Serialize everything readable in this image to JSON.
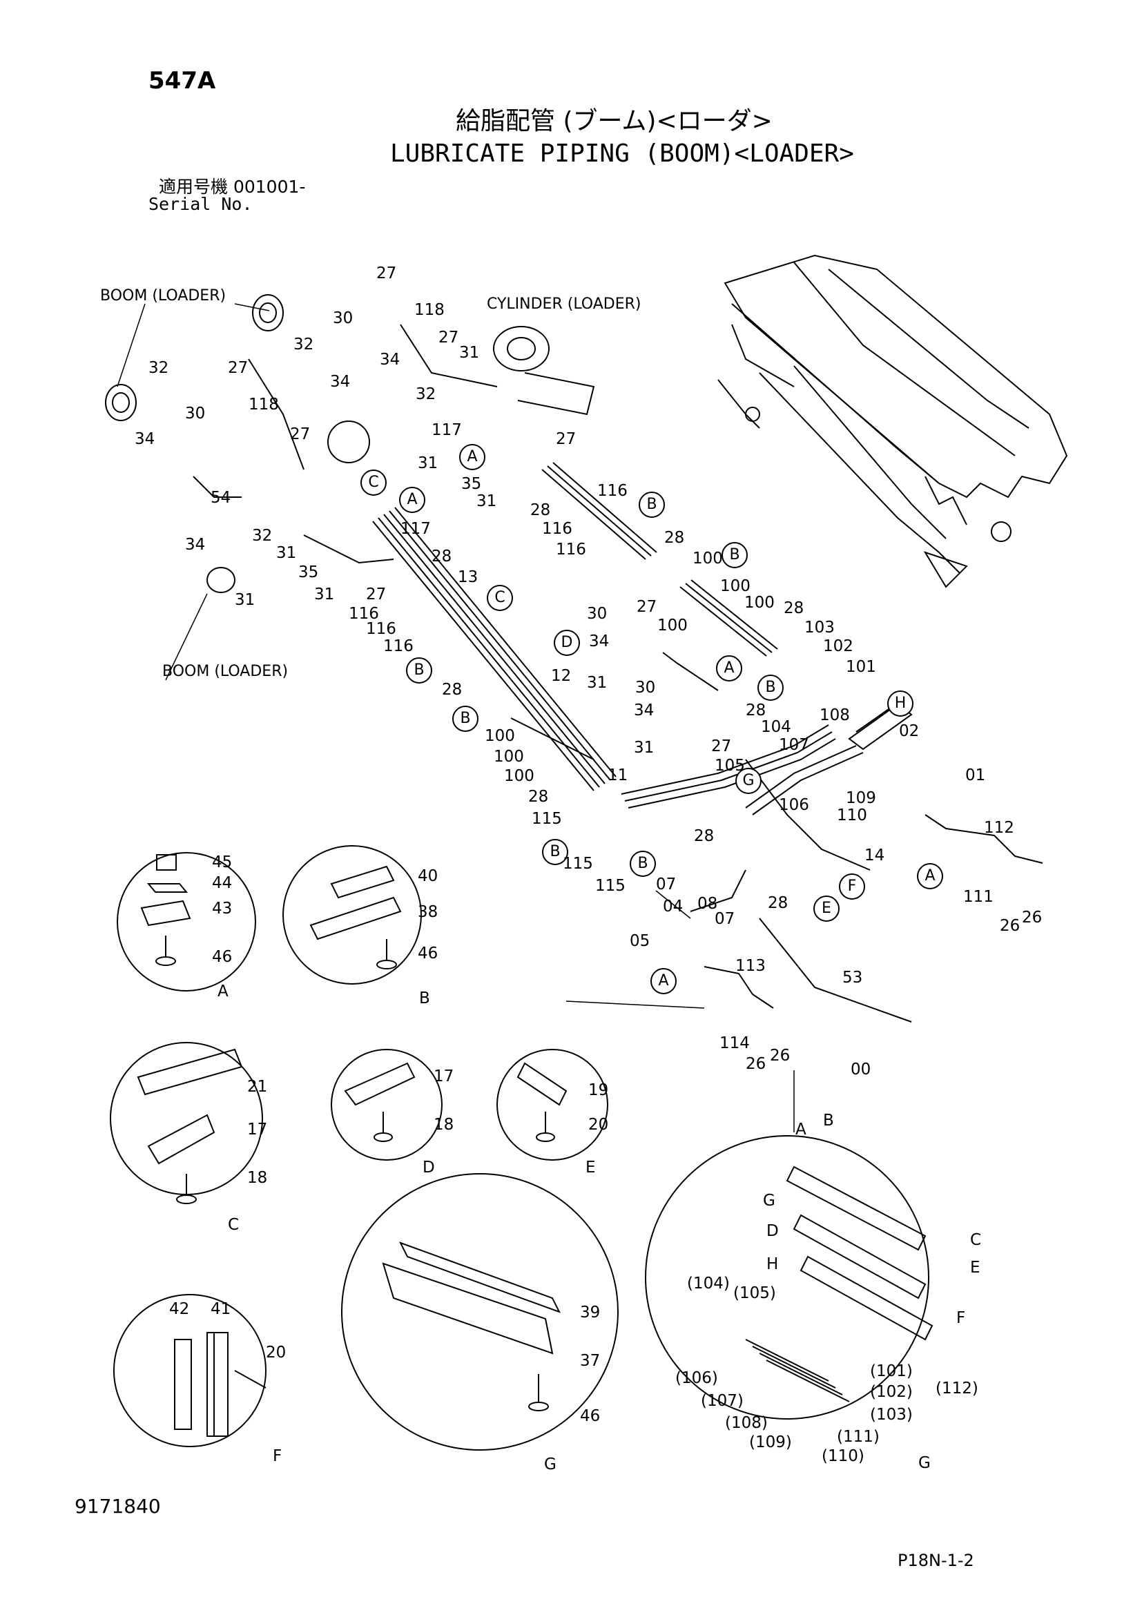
{
  "header": {
    "page_number": "547A",
    "title_jp": "給脂配管 (ブーム)<ローダ>",
    "title_en": "LUBRICATE PIPING (BOOM)<LOADER>",
    "serial_label_jp": "適用号機  001001-",
    "serial_label_en": "Serial No."
  },
  "footer": {
    "drawing_number": "9171840",
    "page_ref": "P18N-1-2"
  },
  "captions": {
    "boom_top": "BOOM (LOADER)",
    "boom_bottom": "BOOM (LOADER)",
    "cylinder": "CYLINDER (LOADER)"
  },
  "callouts": {
    "c1": "A",
    "c2": "C",
    "c3": "A",
    "c4": "B",
    "c5": "B",
    "c6": "C",
    "c7": "B",
    "c8": "D",
    "c9": "B",
    "c10": "A",
    "c11": "B",
    "c12": "H",
    "c13": "G",
    "c14": "B",
    "c15": "B",
    "c16": "A",
    "c17": "F",
    "c18": "E",
    "c19": "A"
  },
  "part_labels": {
    "p1": "27",
    "p2": "118",
    "p3": "30",
    "p4": "32",
    "p5": "34",
    "p6": "27",
    "p7": "31",
    "p8": "34",
    "p9": "32",
    "p10": "117",
    "p11": "31",
    "p12": "35",
    "p13": "31",
    "p14": "28",
    "p15": "27",
    "p16": "116",
    "p17": "116",
    "p18": "116",
    "p19": "32",
    "p20": "27",
    "p21": "30",
    "p22": "118",
    "p23": "34",
    "p24": "27",
    "p25": "54",
    "p26": "117",
    "p27": "32",
    "p28": "34",
    "p29": "31",
    "p30": "35",
    "p31": "28",
    "p32": "13",
    "p33": "31",
    "p34": "27",
    "p35": "116",
    "p36": "116",
    "p37": "116",
    "p38": "31",
    "p39": "28",
    "p40": "100",
    "p41": "100",
    "p42": "100",
    "p43": "28",
    "p44": "103",
    "p45": "102",
    "p46": "101",
    "p47": "30",
    "p48": "27",
    "p49": "100",
    "p50": "34",
    "p51": "12",
    "p52": "31",
    "p53": "30",
    "p54": "34",
    "p55": "28",
    "p56": "100",
    "p57": "100",
    "p58": "100",
    "p59": "28",
    "p60": "115",
    "p61": "11",
    "p62": "31",
    "p63": "28",
    "p64": "104",
    "p65": "27",
    "p66": "107",
    "p67": "105",
    "p68": "108",
    "p69": "02",
    "p70": "01",
    "p71": "106",
    "p72": "109",
    "p73": "110",
    "p74": "14",
    "p75": "115",
    "p76": "115",
    "p77": "28",
    "p78": "07",
    "p79": "04",
    "p80": "08",
    "p81": "07",
    "p82": "28",
    "p83": "05",
    "p84": "112",
    "p85": "111",
    "p86": "26",
    "p87": "26",
    "p88": "113",
    "p89": "53",
    "p90": "114",
    "p91": "26",
    "p92": "26",
    "p93": "00",
    "p94": "45",
    "p95": "44",
    "p96": "43",
    "p97": "46",
    "p98": "40",
    "p99": "38",
    "p100": "46",
    "p101": "21",
    "p102": "17",
    "p103": "18",
    "p104": "17",
    "p105": "18",
    "p106": "19",
    "p107": "20",
    "p108": "42",
    "p109": "41",
    "p110": "20",
    "p111": "39",
    "p112": "37",
    "p113": "46",
    "p114": "A",
    "p115": "B",
    "p116": "G",
    "p117": "D",
    "p118": "H",
    "p119": "C",
    "p120": "E",
    "p121": "F",
    "p122": "(104)",
    "p123": "(105)",
    "p124": "(106)",
    "p125": "(107)",
    "p126": "(108)",
    "p127": "(109)",
    "p128": "(110)",
    "p129": "(111)",
    "p130": "(101)",
    "p131": "(102)",
    "p132": "(103)",
    "p133": "(112)"
  },
  "detail_letters": {
    "d1": "A",
    "d2": "B",
    "d3": "C",
    "d4": "D",
    "d5": "E",
    "d6": "F",
    "d7": "G",
    "d8": "G"
  }
}
